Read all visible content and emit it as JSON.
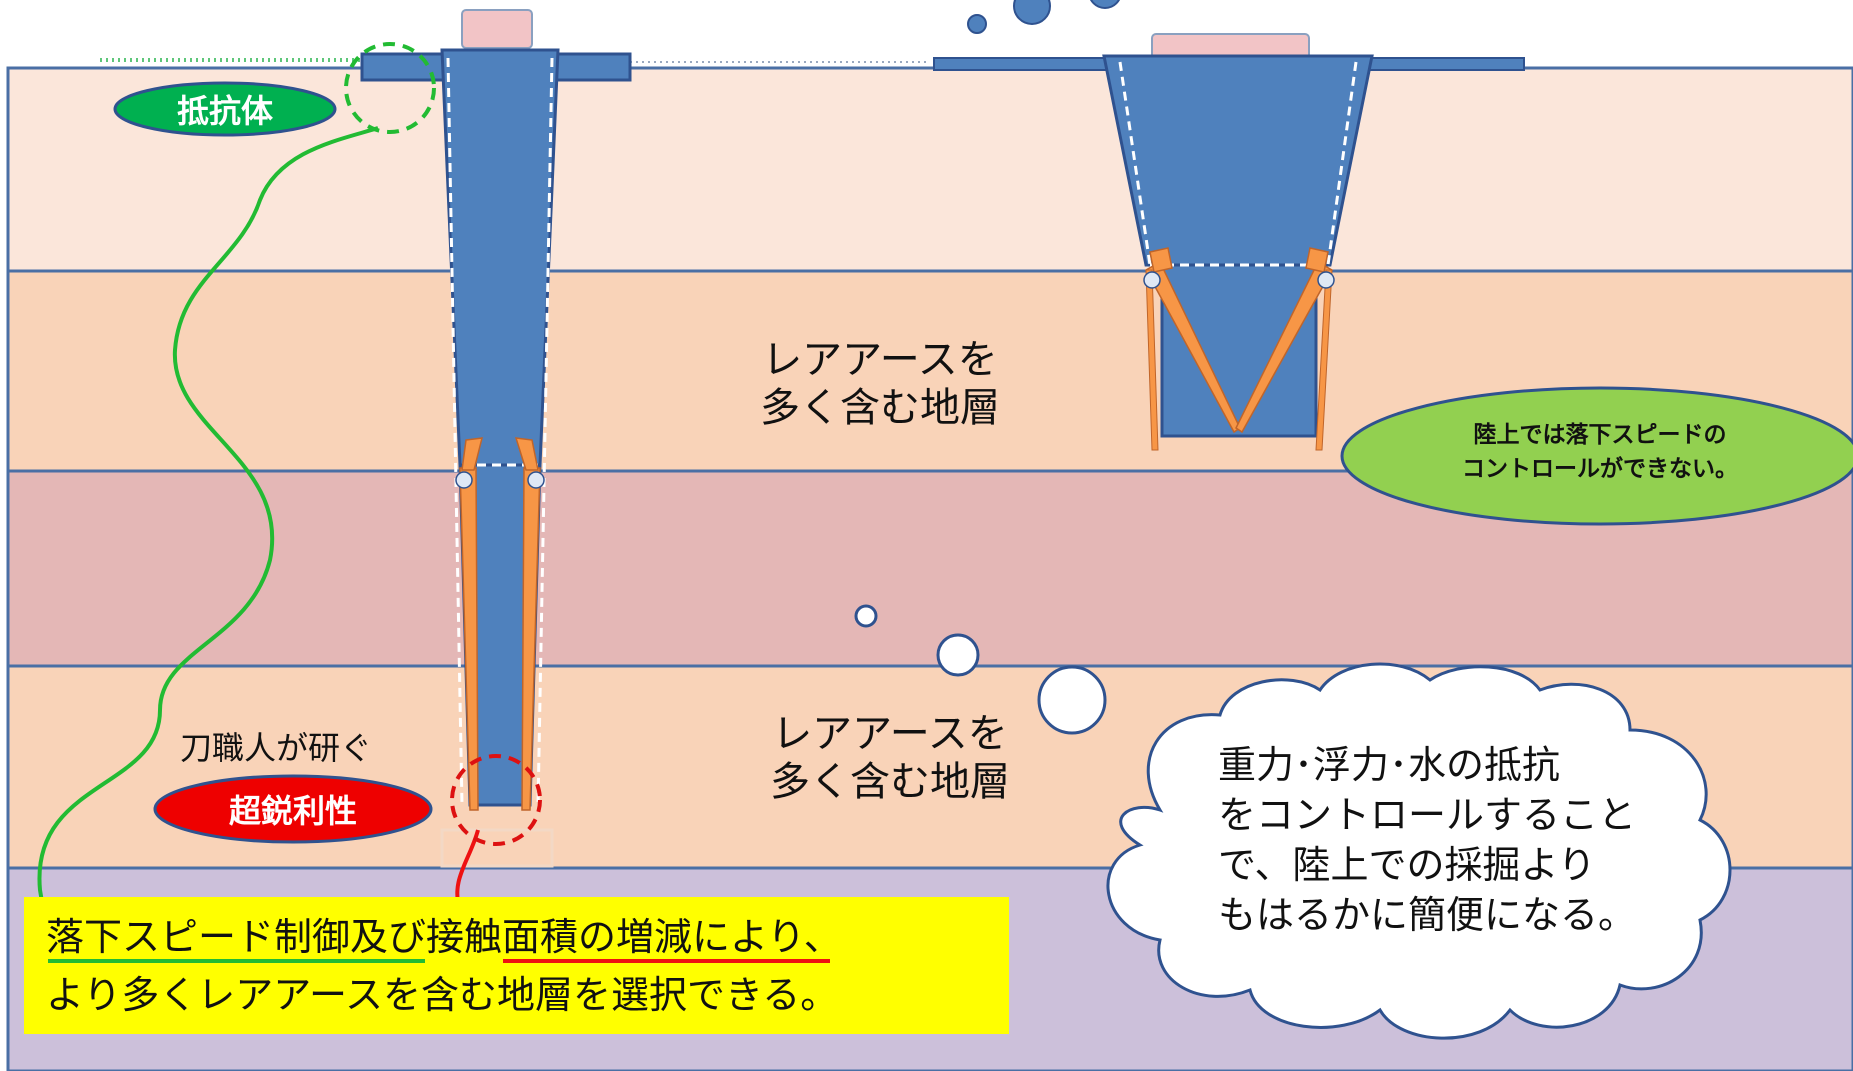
{
  "labels": {
    "resistor": "抵抗体",
    "strata_upper_line1": "レアアースを",
    "strata_upper_line2": "多く含む地層",
    "strata_lower_line1": "レアアースを",
    "strata_lower_line2": "多く含む地層",
    "land_note_line1": "陸上では落下スピードの",
    "land_note_line2": "コントロールができない。",
    "sharpener": "刀職人が研ぐ",
    "sharpness": "超鋭利性",
    "cloud_line1": "重力･浮力･水の抵抗",
    "cloud_line2": "をコントロールすること",
    "cloud_line3": "で、陸上での採掘より",
    "cloud_line4": "もはるかに簡便になる。",
    "bottom_line1_a": "落下スピード制御",
    "bottom_line1_b": "及び",
    "bottom_line1_c": "接触面積の増減",
    "bottom_line1_d": "により、",
    "bottom_line2": "より多くレアアースを含む地層を選択できる。"
  },
  "colors": {
    "layer_top": "#fbe6da",
    "layer_orange": "#f9d3b8",
    "layer_pink": "#e4b7b6",
    "layer_purple": "#ccc0da",
    "probe_blue": "#4f81bd",
    "probe_outline": "#2f528f",
    "blade_orange": "#f79646",
    "green_pill": "#00b050",
    "red_pill": "#ee0000",
    "green_note": "#92d050",
    "highlight_yellow": "#ffff00",
    "cable_green": "#22bb33",
    "cable_red": "#ee1111"
  }
}
